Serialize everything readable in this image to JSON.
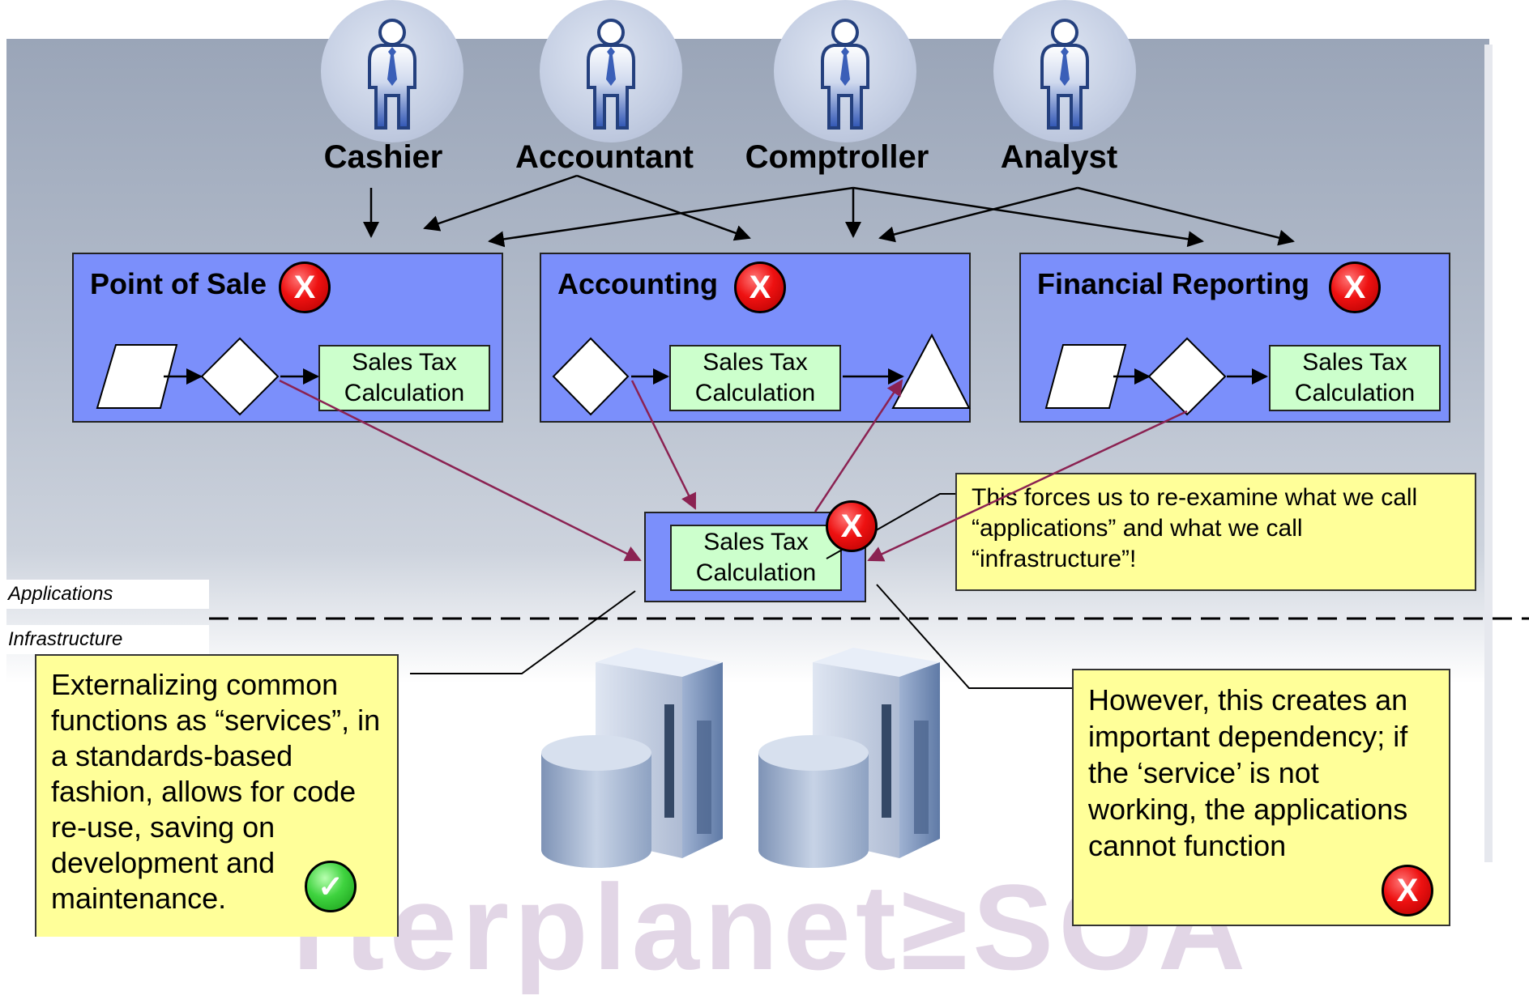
{
  "roles": [
    "Cashier",
    "Accountant",
    "Comptroller",
    "Analyst"
  ],
  "apps": {
    "pos": {
      "title": "Point of Sale",
      "tax_line1": "Sales Tax",
      "tax_line2": "Calculation",
      "status": "X"
    },
    "accounting": {
      "title": "Accounting",
      "tax_line1": "Sales Tax",
      "tax_line2": "Calculation",
      "status": "X"
    },
    "reporting": {
      "title": "Financial Reporting",
      "tax_line1": "Sales Tax",
      "tax_line2": "Calculation",
      "status": "X"
    }
  },
  "service": {
    "line1": "Sales Tax",
    "line2": "Calculation",
    "status": "X"
  },
  "layers": {
    "applications": "Applications",
    "infrastructure": "Infrastructure"
  },
  "notes": {
    "reexamine": "This forces us to re-examine what we call “applications” and what we call “infrastructure”!",
    "externalizing": "Externalizing common functions as “services”, in a standards-based fashion, allows for code re-use, saving on development and maintenance.",
    "externalizing_status": "✓",
    "dependency": "However, this creates an important dependency; if the ‘service’ is not working, the applications cannot function",
    "dependency_status": "X"
  },
  "watermark": "rterplanet≥SOA",
  "colors": {
    "app_box": "#7b8ffb",
    "tax_box": "#ccffcc",
    "note": "#ffff99",
    "flow_arrow": "#8b2252",
    "x_badge": "#ee1111",
    "check_badge": "#3fd33f"
  }
}
